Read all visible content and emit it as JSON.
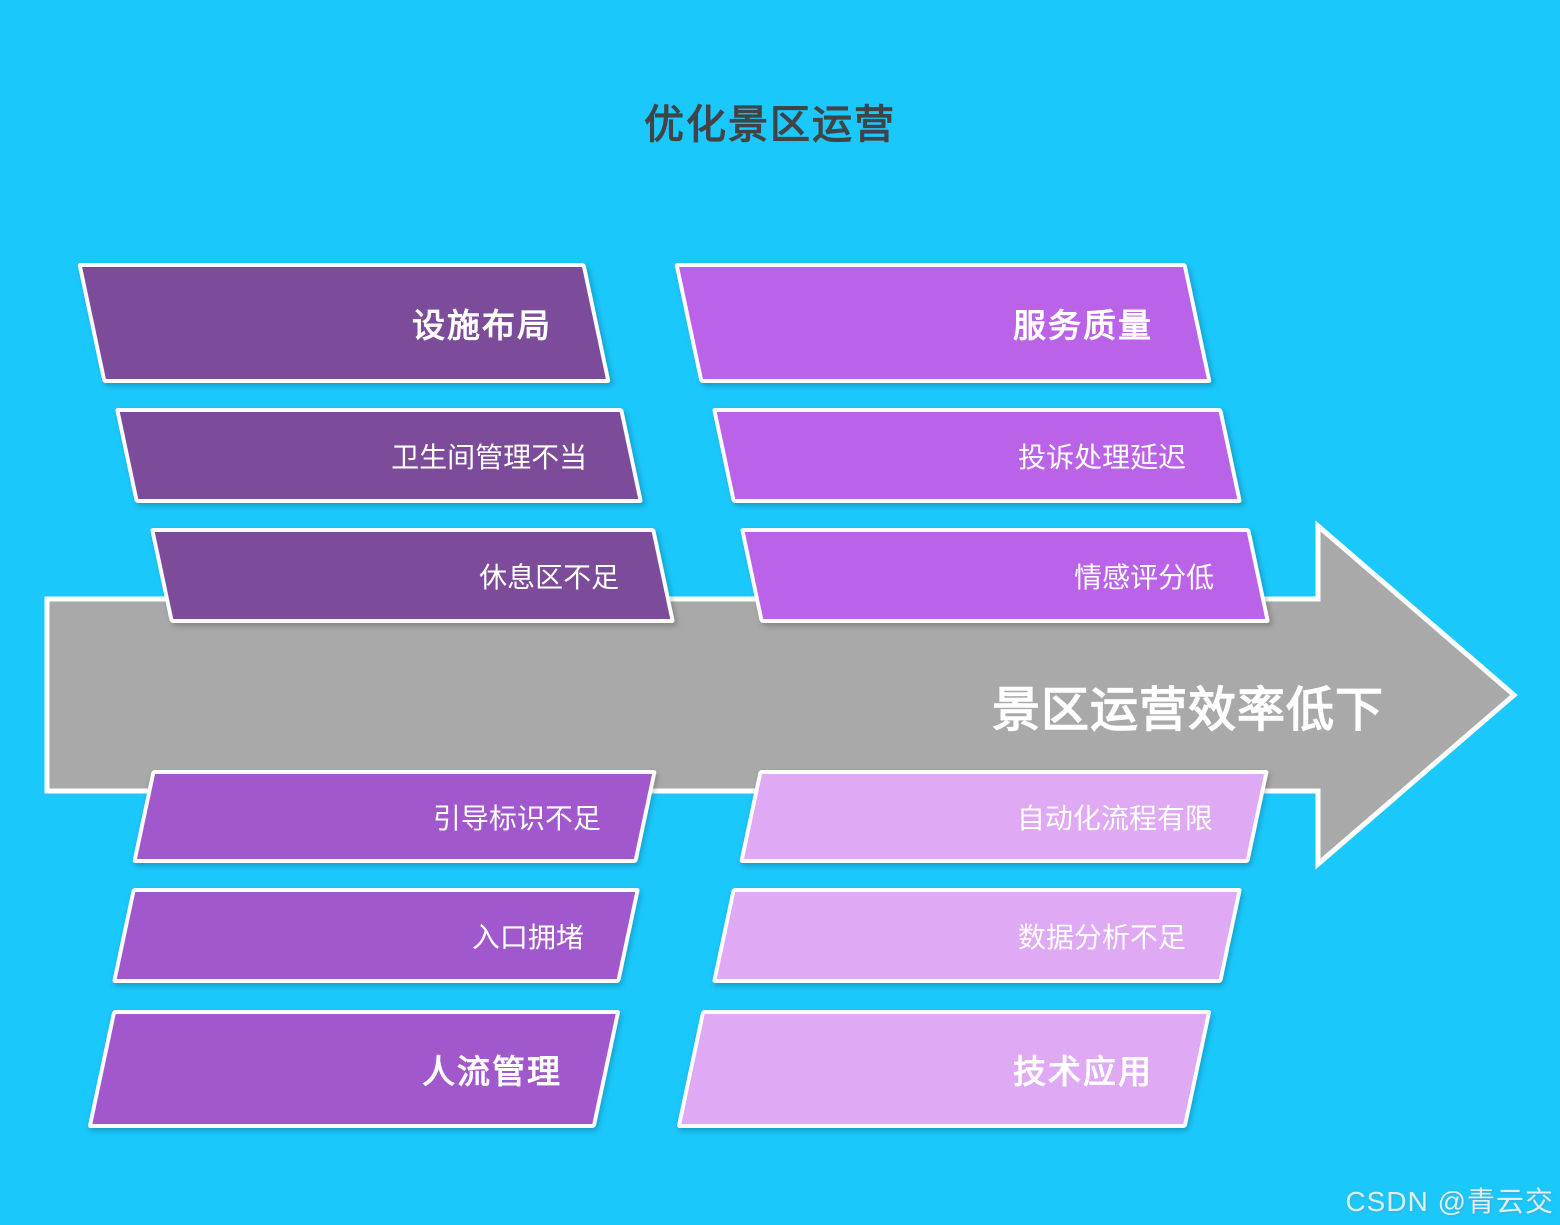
{
  "title": "优化景区运营",
  "effect": {
    "label": "景区运营效率低下"
  },
  "branches": {
    "top_left": {
      "header": "设施布局",
      "items": [
        "卫生间管理不当",
        "休息区不足"
      ]
    },
    "top_right": {
      "header": "服务质量",
      "items": [
        "投诉处理延迟",
        "情感评分低"
      ]
    },
    "bottom_left": {
      "header": "人流管理",
      "items": [
        "引导标识不足",
        "入口拥堵"
      ]
    },
    "bottom_right": {
      "header": "技术应用",
      "items": [
        "自动化流程有限",
        "数据分析不足"
      ]
    }
  },
  "watermark": "CSDN @青云交",
  "colors": {
    "background": "#1BC8FC",
    "title_text": "#414447",
    "arrow": "#A9A9A9",
    "branch_top_left": "#7C4C9A",
    "branch_top_right": "#BB63E8",
    "branch_bottom_left": "#A158CC",
    "branch_bottom_right": "#DFA9F4"
  }
}
